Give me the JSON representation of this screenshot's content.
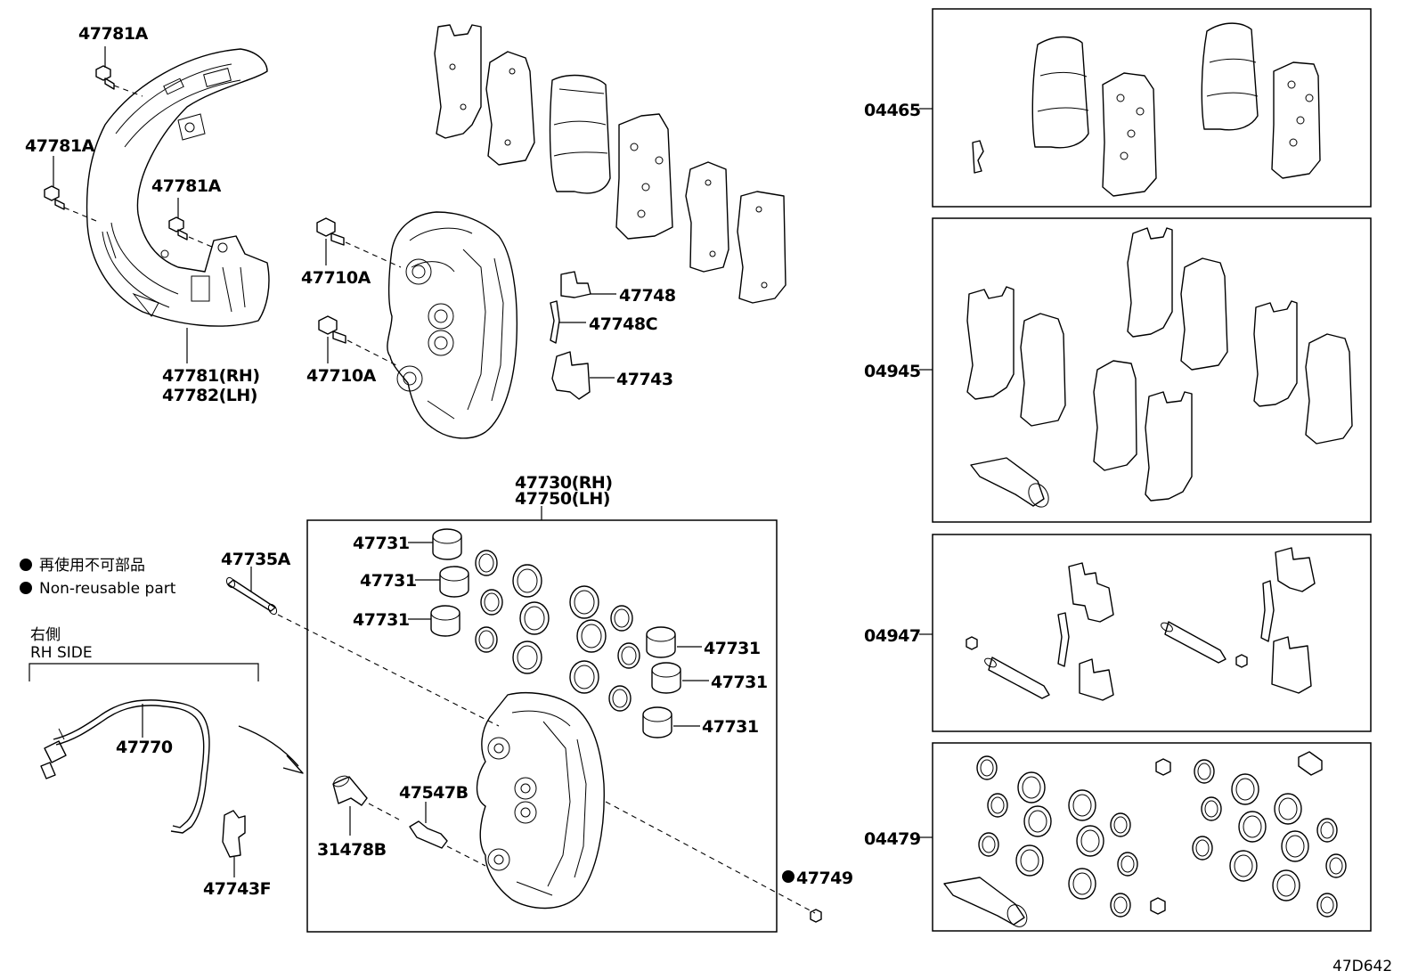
{
  "diagram_code": "47D642",
  "legend": {
    "jp": "再使用不可部品",
    "en": "Non-reusable part"
  },
  "rh_side": {
    "jp": "右側",
    "en": "RH SIDE"
  },
  "caliper_assy": {
    "rh": "47730(RH)",
    "lh": "47750(LH)"
  },
  "dust_cover": {
    "rh": "47781(RH)",
    "lh": "47782(LH)"
  },
  "parts": {
    "bolt_47781A": "47781A",
    "bolt_47710A": "47710A",
    "clip_47748": "47748",
    "clip_47748C": "47748C",
    "clip_47743": "47743",
    "piston_47731": "47731",
    "pin_47735A": "47735A",
    "sensor_47770": "47770",
    "clip_47743F": "47743F",
    "bushing_31478B": "31478B",
    "bleeder_47547B": "47547B",
    "nonreusable_47749": "47749"
  },
  "kits": [
    {
      "id": "kit-pad",
      "label": "04465"
    },
    {
      "id": "kit-shim",
      "label": "04945"
    },
    {
      "id": "kit-fitting",
      "label": "04947"
    },
    {
      "id": "kit-seal",
      "label": "04479"
    }
  ]
}
